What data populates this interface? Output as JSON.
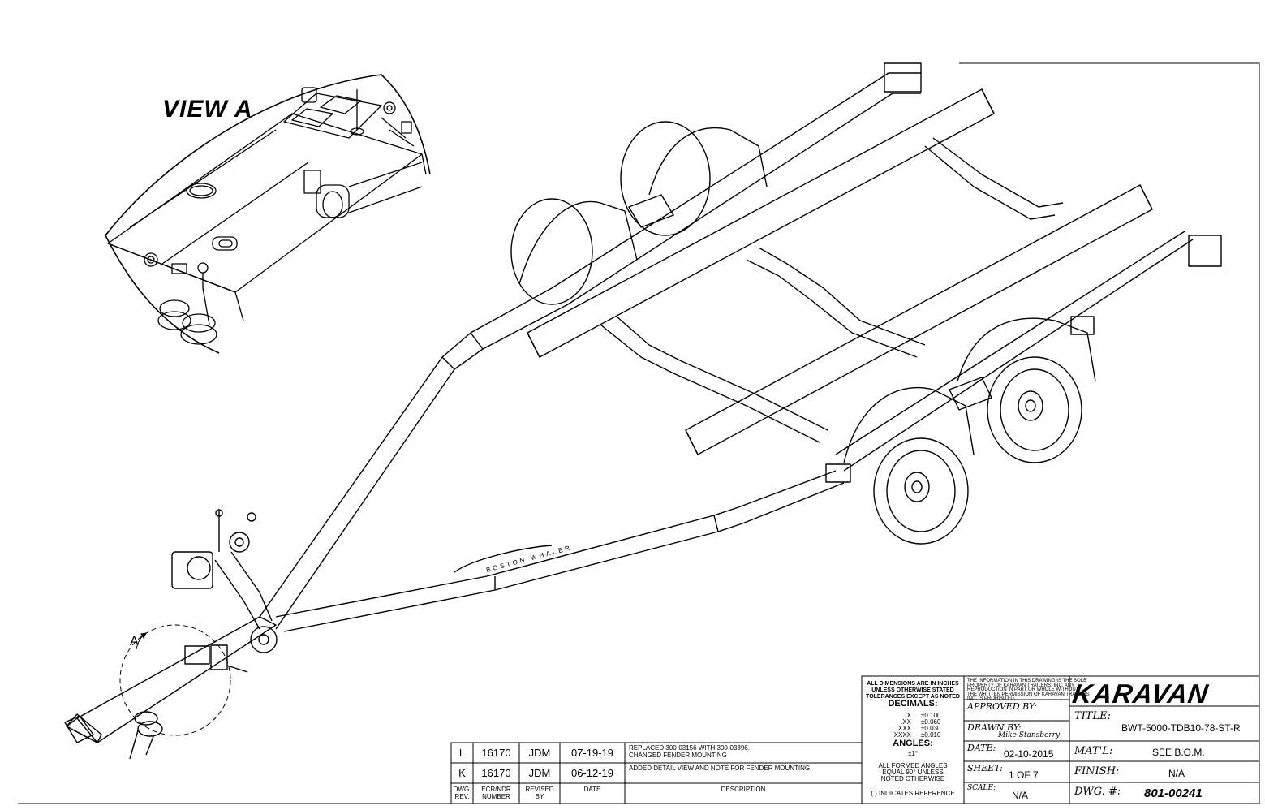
{
  "detail": {
    "view_title": "VIEW A",
    "callout_letter": "A",
    "frame_lettering": "BOSTON WHALER"
  },
  "tolerance_block": {
    "note": [
      "ALL DIMENSIONS ARE IN INCHES",
      "UNLESS OTHERWISE STATED",
      "TOLERANCES EXCEPT AS NOTED"
    ],
    "decimals_heading": "DECIMALS:",
    "decimals": [
      {
        "place": ".X",
        "tol": "±0.100"
      },
      {
        "place": ".XX",
        "tol": "±0.060"
      },
      {
        "place": ".XXX",
        "tol": "±0.030"
      },
      {
        "place": ".XXXX",
        "tol": "±0.010"
      }
    ],
    "angles_heading": "ANGLES:",
    "angles_tol": "±1°",
    "formed_angles": [
      "ALL FORMED ANGLES",
      "EQUAL 90° UNLESS",
      "NOTED OTHERWISE"
    ],
    "reference_note": "( ) INDICATES REFERENCE"
  },
  "proprietary": [
    "THE INFORMATION IN THIS DRAWING IS THE SOLE",
    "PROPERTY OF KARAVAN TRAILERS, INC. ANY",
    "REPRODUCTION IN PART OR WHOLE WITHOUT",
    "THE WRITTEN PERMISSION OF KARAVAN TRAILERS",
    "INC. IS PROHIBITED."
  ],
  "signoff": {
    "approved_label": "APPROVED BY:",
    "approved_value": "",
    "drawn_label": "DRAWN BY:",
    "drawn_value": "Mike Stansberry",
    "date_label": "DATE:",
    "date_value": "02-10-2015",
    "sheet_label": "SHEET:",
    "sheet_value": "1 OF 7",
    "scale_label": "SCALE:",
    "scale_value": "N/A"
  },
  "title_block": {
    "brand": "KARAVAN",
    "title_label": "TITLE:",
    "title_value": "BWT-5000-TDB10-78-ST-R",
    "matl_label": "MAT'L:",
    "matl_value": "SEE B.O.M.",
    "finish_label": "FINISH:",
    "finish_value": "N/A",
    "dwg_label": "DWG. #:",
    "dwg_value": "801-00241"
  },
  "revisions": {
    "rows": [
      {
        "rev": "L",
        "ecr": "16170",
        "by": "JDM",
        "date": "07-19-19",
        "desc": [
          "REPLACED 300-03156 WITH 300-03396.",
          "CHANGED FENDER MOUNTING"
        ]
      },
      {
        "rev": "K",
        "ecr": "16170",
        "by": "JDM",
        "date": "06-12-19",
        "desc": [
          "ADDED DETAIL VIEW AND NOTE FOR FENDER MOUNTING"
        ]
      }
    ],
    "headers": {
      "rev": [
        "DWG.",
        "REV."
      ],
      "ecr": [
        "ECR/NDR",
        "NUMBER"
      ],
      "by": [
        "REVISED",
        "BY"
      ],
      "date": "DATE",
      "desc": "DESCRIPTION"
    }
  },
  "colors": {
    "line": "#000000",
    "background": "#ffffff"
  }
}
